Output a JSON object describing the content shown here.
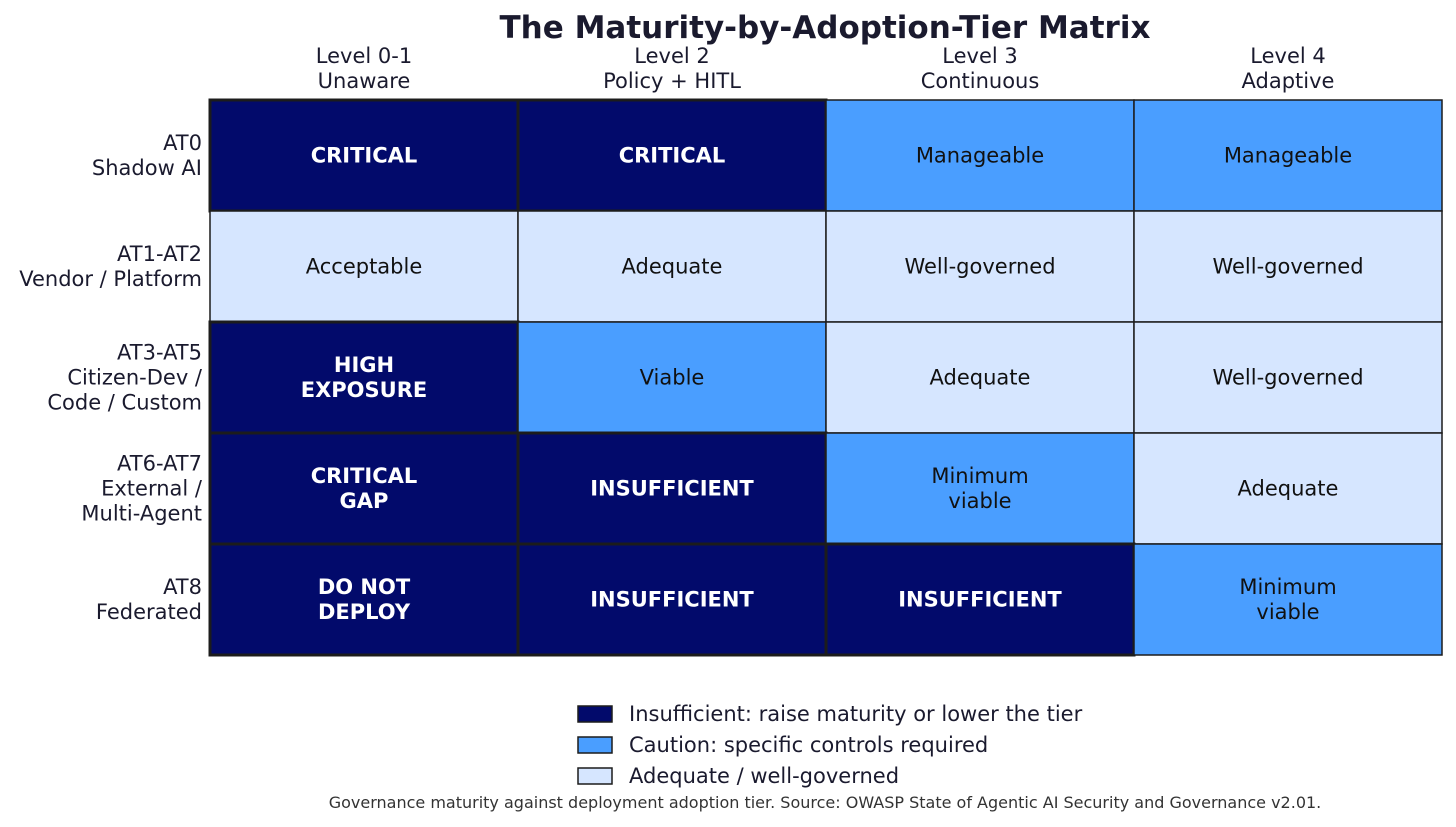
{
  "chart_data": {
    "type": "heatmap",
    "title": "The Maturity-by-Adoption-Tier Matrix",
    "columns": [
      [
        "Level 0-1",
        "Unaware"
      ],
      [
        "Level 2",
        "Policy + HITL"
      ],
      [
        "Level 3",
        "Continuous"
      ],
      [
        "Level 4",
        "Adaptive"
      ]
    ],
    "rows": [
      [
        "AT0",
        "Shadow AI"
      ],
      [
        "AT1-AT2",
        "Vendor / Platform"
      ],
      [
        "AT3-AT5",
        "Citizen-Dev /",
        "Code / Custom"
      ],
      [
        "AT6-AT7",
        "External /",
        "Multi-Agent"
      ],
      [
        "AT8",
        "Federated"
      ]
    ],
    "cells": [
      [
        {
          "text": [
            "CRITICAL"
          ],
          "level": "insufficient"
        },
        {
          "text": [
            "CRITICAL"
          ],
          "level": "insufficient"
        },
        {
          "text": [
            "Manageable"
          ],
          "level": "caution"
        },
        {
          "text": [
            "Manageable"
          ],
          "level": "caution"
        }
      ],
      [
        {
          "text": [
            "Acceptable"
          ],
          "level": "adequate"
        },
        {
          "text": [
            "Adequate"
          ],
          "level": "adequate"
        },
        {
          "text": [
            "Well-governed"
          ],
          "level": "adequate"
        },
        {
          "text": [
            "Well-governed"
          ],
          "level": "adequate"
        }
      ],
      [
        {
          "text": [
            "HIGH",
            "EXPOSURE"
          ],
          "level": "insufficient"
        },
        {
          "text": [
            "Viable"
          ],
          "level": "caution"
        },
        {
          "text": [
            "Adequate"
          ],
          "level": "adequate"
        },
        {
          "text": [
            "Well-governed"
          ],
          "level": "adequate"
        }
      ],
      [
        {
          "text": [
            "CRITICAL",
            "GAP"
          ],
          "level": "insufficient"
        },
        {
          "text": [
            "INSUFFICIENT"
          ],
          "level": "insufficient"
        },
        {
          "text": [
            "Minimum",
            "viable"
          ],
          "level": "caution"
        },
        {
          "text": [
            "Adequate"
          ],
          "level": "adequate"
        }
      ],
      [
        {
          "text": [
            "DO NOT",
            "DEPLOY"
          ],
          "level": "insufficient"
        },
        {
          "text": [
            "INSUFFICIENT"
          ],
          "level": "insufficient"
        },
        {
          "text": [
            "INSUFFICIENT"
          ],
          "level": "insufficient"
        },
        {
          "text": [
            "Minimum",
            "viable"
          ],
          "level": "caution"
        }
      ]
    ],
    "legend": [
      {
        "level": "insufficient",
        "label": "Insufficient: raise maturity or lower the tier"
      },
      {
        "level": "caution",
        "label": "Caution: specific controls required"
      },
      {
        "level": "adequate",
        "label": "Adequate / well-governed"
      }
    ],
    "legend_position": "bottom-center",
    "colors": {
      "insufficient": "#020a6b",
      "caution": "#4a9eff",
      "adequate": "#d6e6ff",
      "border": "#1c1c1c"
    },
    "caption": "Governance maturity against deployment adoption tier.  Source: OWASP State of Agentic AI Security and Governance v2.01."
  }
}
